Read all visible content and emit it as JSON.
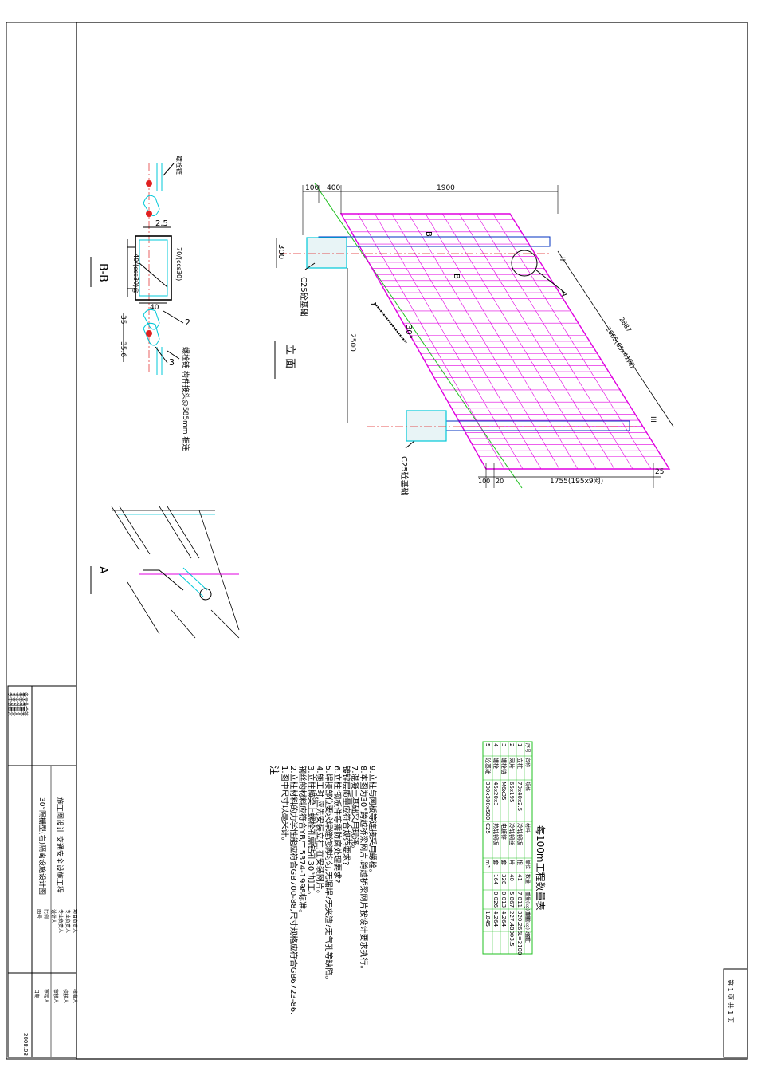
{
  "section_bb": {
    "title": "B-B",
    "label_top": "螺栓链",
    "dim_25": "2.5",
    "dim_40": "40",
    "dim_35": "35",
    "dim_356": "35.6",
    "label_side": "螺栓链 构件接头@585mm 相连",
    "dim_mid": "40/(ccs30)@",
    "dim_right": "70/(ccs30)",
    "n2": "2",
    "n3": "3"
  },
  "elevation": {
    "title": "立 面",
    "dim_100": "100",
    "dim_400": "400",
    "dim_1900": "1900",
    "dim_300": "300",
    "dim_2500": "2500",
    "dim_2887": "2887",
    "dim_2665": "2665(65x41网)",
    "dim_1755": "1755(195x9网)",
    "dim_20": "20",
    "dim_100b": "100",
    "dim_25": "25",
    "concrete": "C25砼基础",
    "angle": "30°",
    "mark_b1": "B",
    "mark_b2": "B",
    "mark_a": "A",
    "mark_1": "1",
    "mark_iii1": "III",
    "mark_iii2": "III"
  },
  "detail_a": {
    "title": "A"
  },
  "notes": {
    "heading": "注",
    "items": [
      "1.图中尺寸以毫米计。",
      "2.立柱材料的力学性能应符合GB700-88,尺寸规格应符合GB6723-86.",
      "钢丝的材料应符合YB/T 5374-1998标准。",
      "3.立柱横梁上螺栓孔需钻孔30°加工。",
      "4.施工时,应先安装立柱,在安装网片。",
      "5.焊接部位要求焊缝饱满均匀,无漏焊?无夹渣?无气孔等缺陷。",
      "6.立柱'钢板件等需防腐处理要求?",
      "镀锌层质量应符合规范要求?",
      "7.混凝土基础采用现浇。",
      "8.本图为30°跨越桥梁网片,跨越桥梁网片按设计要求执行。",
      "9.立柱与网板等连接采用螺栓。"
    ]
  },
  "table": {
    "title": "每100m工程数量表",
    "headers": [
      "序号",
      "名称",
      "规格",
      "材料",
      "单位",
      "数量",
      "重量(kg) 单重",
      "重量(kg) 总重",
      "备注"
    ],
    "rows": [
      [
        "1",
        "立柱",
        "70x40x2.5",
        "冷轧钢板",
        "根",
        "41",
        "7.811",
        "320.266",
        "L=2100"
      ],
      [
        "2",
        "网片",
        "65x195",
        "冷轧钢丝",
        "片",
        "40",
        "5.867",
        "227.480",
        "Φ3.5"
      ],
      [
        "3",
        "螺栓链",
        "M6x35",
        "电镀锌",
        "套",
        "328",
        "0.013",
        "4.264",
        ""
      ],
      [
        "4",
        "螺栓",
        "45x20x3",
        "热轧钢板",
        "套",
        "164",
        "0.026",
        "4.264",
        ""
      ],
      [
        "5",
        "砼基础",
        "300x300x500",
        "C25",
        "m³",
        "",
        "",
        "1.845",
        ""
      ]
    ]
  },
  "title_block": {
    "left_rows": [
      "各专业会签",
      "专业负责人",
      "专业负责人",
      "专业负责人",
      "专业负责人",
      "专业负责人"
    ],
    "project": "施工图设计 交通安全设施工程",
    "drawing": "30°隔栅型(右)隔离设施设计图",
    "roles": [
      "项目负责人",
      "专业负责人",
      "专业负责人",
      "设计人",
      "比例",
      "图号"
    ],
    "roles2": [
      "核准人",
      "校核人",
      "审核人",
      "审定人",
      "日期"
    ],
    "date": "2008.08"
  },
  "page_box": {
    "text": "第 1 页 共 1 页"
  },
  "colors": {
    "mesh": "#e000e0",
    "cyan": "#00c8d8",
    "red": "#e02020",
    "green": "#20c020"
  }
}
